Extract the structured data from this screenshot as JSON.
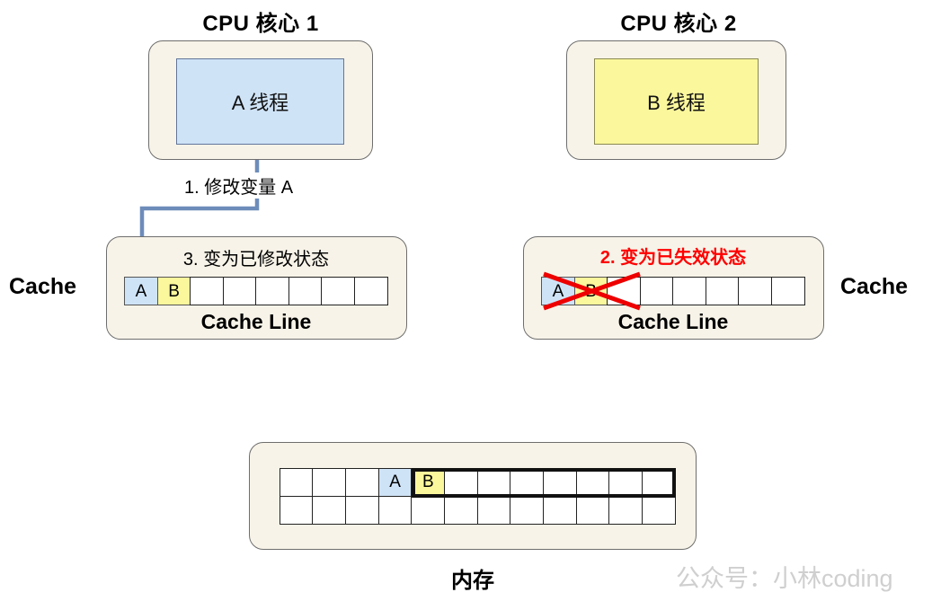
{
  "diagram": {
    "title_left": "CPU 核心 1",
    "title_right": "CPU 核心 2",
    "thread_left": "A 线程",
    "thread_right": "B 线程",
    "cache_label_left": "Cache",
    "cache_label_right": "Cache",
    "step_modify": "1. 修改变量 A",
    "state_left": "3. 变为已修改状态",
    "state_right": "2. 变为已失效状态",
    "cache_line_caption_left": "Cache Line",
    "cache_line_caption_right": "Cache Line",
    "memory_caption": "内存",
    "watermark": "公众号：小林coding",
    "cells_left": [
      "A",
      "B",
      "",
      "",
      "",
      "",
      "",
      ""
    ],
    "cells_right": [
      "A",
      "B",
      "",
      "",
      "",
      "",
      "",
      ""
    ],
    "memory_row_top": [
      "",
      "",
      "",
      "A",
      "B",
      "",
      "",
      "",
      "",
      "",
      "",
      ""
    ],
    "memory_row_bottom": [
      "",
      "",
      "",
      "",
      "",
      "",
      "",
      "",
      "",
      "",
      "",
      ""
    ],
    "colors": {
      "panel_fill": "#f7f3e8",
      "panel_stroke": "#6e6e6e",
      "thread_blue": "#cfe3f7",
      "thread_yellow": "#fbf79c",
      "arrow": "#6d8cba",
      "invalid_red": "#ff0000",
      "text": "#000000",
      "watermark": "#cfcfcf"
    }
  }
}
